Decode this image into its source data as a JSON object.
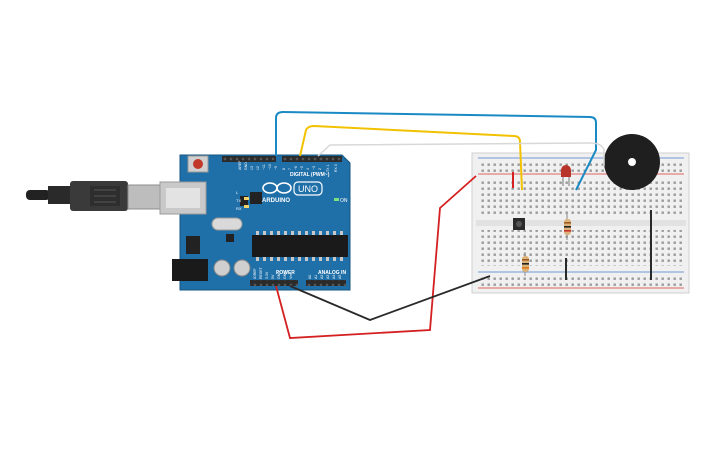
{
  "arduino": {
    "brand": "ARDUINO",
    "model": "UNO",
    "digital_label": "DIGITAL (PWM~)",
    "power_label": "POWER",
    "analog_label": "ANALOG IN",
    "on_label": "ON",
    "tx_label": "TX",
    "rx_label": "RX",
    "l_label": "L",
    "aref": "AREF",
    "gnd": "GND",
    "ioref": "IOREF",
    "reset": "RESET",
    "v33": "3.3V",
    "v5": "5V",
    "vin": "Vin",
    "a0": "A0",
    "a1": "A1",
    "a2": "A2",
    "a3": "A3",
    "a4": "A4",
    "a5": "A5",
    "d13": "13",
    "d12": "12",
    "d11": "~11",
    "d10": "~10",
    "d9": "~9",
    "d8": "8",
    "d7": "7",
    "d6": "~6",
    "d5": "~5",
    "d4": "4",
    "d3": "~3",
    "d2": "2",
    "d1": "TX 1",
    "d0": "RX 0",
    "color": "#1f6fa8"
  },
  "wires": {
    "blue": "#1a8ac4",
    "yellow": "#f2c200",
    "white": "#d8d8d8",
    "red": "#d42020",
    "black": "#2a2a2a"
  },
  "components": {
    "buzzer": "buzzer-icon",
    "led": "led-icon",
    "button": "pushbutton-icon",
    "resistor1": "resistor-icon",
    "resistor2": "resistor-icon"
  }
}
